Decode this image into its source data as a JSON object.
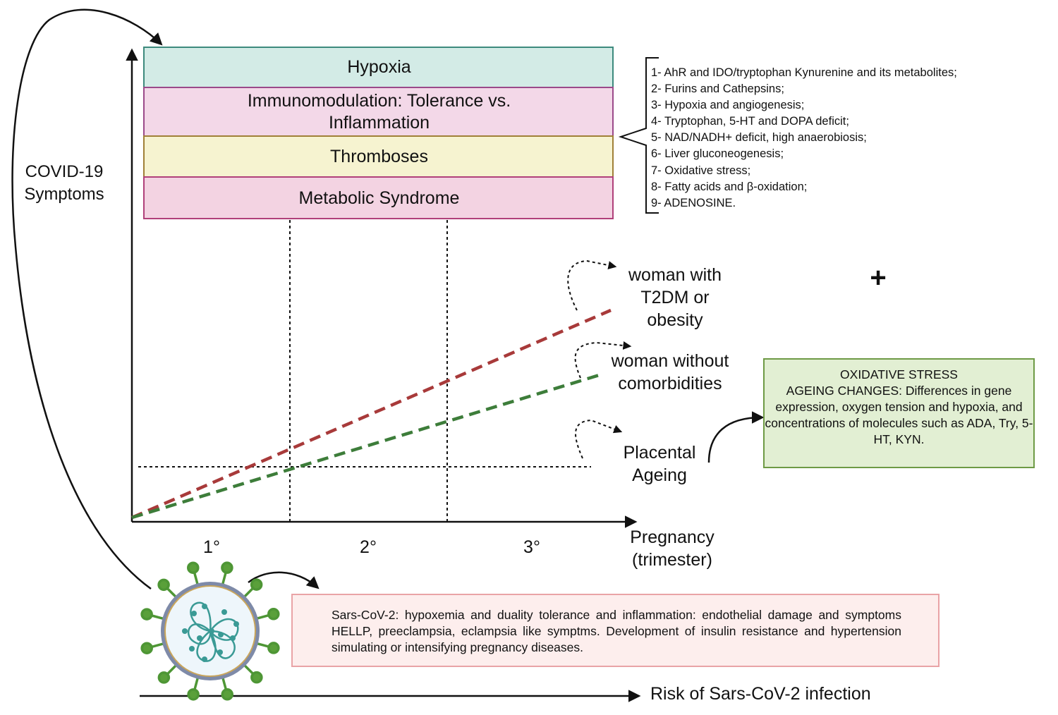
{
  "bands": {
    "hypoxia": "Hypoxia",
    "immunomodulation": "Immunomodulation: Tolerance vs. Inflammation",
    "thromboses": "Thromboses",
    "metabolic": "Metabolic Syndrome"
  },
  "mechanisms": [
    "1- AhR and IDO/tryptophan Kynurenine and its metabolites;",
    "2- Furins and Cathepsins;",
    "3- Hypoxia and angiogenesis;",
    "4- Tryptophan, 5-HT and DOPA deficit;",
    "5- NAD/NADH+ deficit, high anaerobiosis;",
    "6- Liver gluconeogenesis;",
    "7- Oxidative stress;",
    "8- Fatty acids and  β-oxidation;",
    "9- ADENOSINE."
  ],
  "y_axis_label": "COVID-19 Symptoms",
  "x_axis_label": "Pregnancy (trimester)",
  "trimesters": [
    "1°",
    "2°",
    "3°"
  ],
  "lines": {
    "t2dm": "woman with T2DM or obesity",
    "no_comorb": "woman without comorbidities",
    "placental": "Placental Ageing"
  },
  "plus_sign": "+",
  "oxidative_box": {
    "title": "OXIDATIVE STRESS",
    "body": "AGEING CHANGES: Differences in gene expression, oxygen tension and hypoxia, and concentrations of molecules such as ADA, Try, 5-HT, KYN."
  },
  "sars_box": "Sars-CoV-2: hypoxemia and duality tolerance and inflammation: endothelial damage and symptoms HELLP, preeclampsia, eclampsia like symptms. Development of insulin resistance and hypertension simulating or intensifying pregnancy diseases.",
  "risk_label": "Risk of Sars-CoV-2 infection",
  "colors": {
    "hypoxia_fill": "#d3ebe6",
    "hypoxia_border": "#3d8a7d",
    "immuno_fill": "#f3d8e8",
    "immuno_border": "#9b4a8a",
    "thromb_fill": "#f6f3d0",
    "thromb_border": "#a08038",
    "metab_fill": "#f3d3e2",
    "metab_border": "#b0407a",
    "t2dm_line": "#a83a3a",
    "no_comorb_line": "#3d7d3a",
    "virus_green": "#5aa03a",
    "virus_teal": "#3a9a95"
  }
}
